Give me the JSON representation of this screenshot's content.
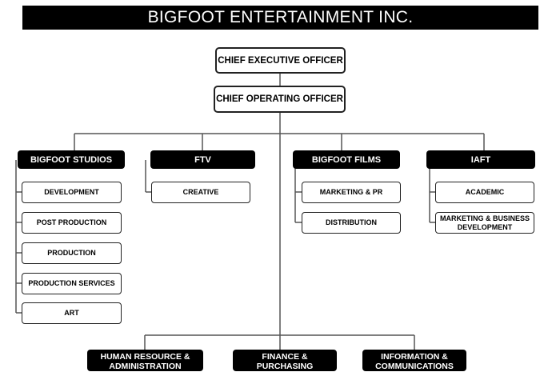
{
  "header": {
    "title": "BIGFOOT ENTERTAINMENT INC."
  },
  "executives": {
    "ceo": "CHIEF EXECUTIVE OFFICER",
    "coo": "CHIEF OPERATING OFFICER"
  },
  "departments": [
    {
      "name": "BIGFOOT STUDIOS",
      "units": [
        "DEVELOPMENT",
        "POST PRODUCTION",
        "PRODUCTION",
        "PRODUCTION SERVICES",
        "ART"
      ]
    },
    {
      "name": "FTV",
      "units": [
        "CREATIVE"
      ]
    },
    {
      "name": "BIGFOOT FILMS",
      "units": [
        "MARKETING & PR",
        "DISTRIBUTION"
      ]
    },
    {
      "name": "IAFT",
      "units": [
        "ACADEMIC",
        "MARKETING & BUSINESS DEVELOPMENT"
      ]
    }
  ],
  "support": [
    "HUMAN RESOURCE & ADMINISTRATION",
    "FINANCE & PURCHASING",
    "INFORMATION & COMMUNICATIONS"
  ]
}
